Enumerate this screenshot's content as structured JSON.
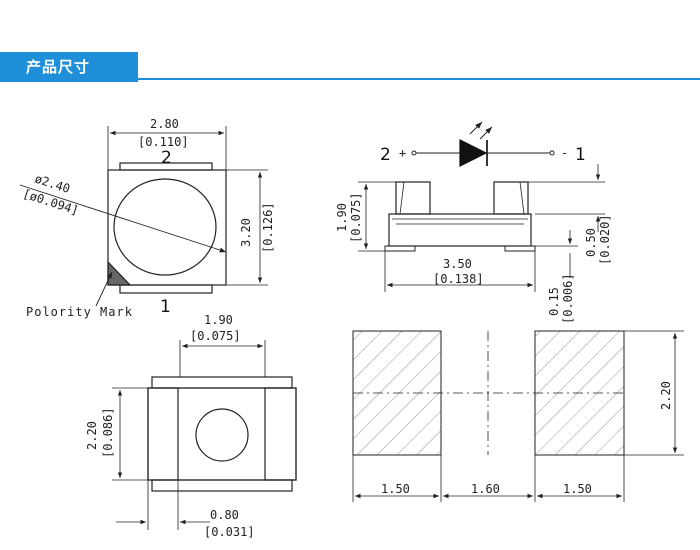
{
  "header": {
    "title": "产品尺寸"
  },
  "top_view": {
    "width_mm": "2.80",
    "width_in": "[0.110]",
    "height_mm": "3.20",
    "height_in": "[0.126]",
    "diameter_mm": "ø2.40",
    "diameter_in": "[ø0.094]",
    "pin_top": "2",
    "pin_bottom": "1",
    "polarity_label": "Polority Mark"
  },
  "side_view": {
    "pin_left": "2",
    "plus_sign": "+",
    "minus_sign": "-",
    "pin_right": "1",
    "height_mm": "1.90",
    "height_in": "[0.075]",
    "length_mm": "3.50",
    "length_in": "[0.138]",
    "lead_mm": "0.50",
    "lead_in": "[0.020]",
    "standoff_mm": "0.15",
    "standoff_in": "[0.006]"
  },
  "bottom_view": {
    "pad_span_mm": "1.90",
    "pad_span_in": "[0.075]",
    "height_mm": "2.20",
    "height_in": "[0.086]",
    "pad_width_mm": "0.80",
    "pad_width_in": "[0.031]"
  },
  "footprint": {
    "height": "2.20",
    "pad_left": "1.50",
    "gap": "1.60",
    "pad_right": "1.50"
  }
}
